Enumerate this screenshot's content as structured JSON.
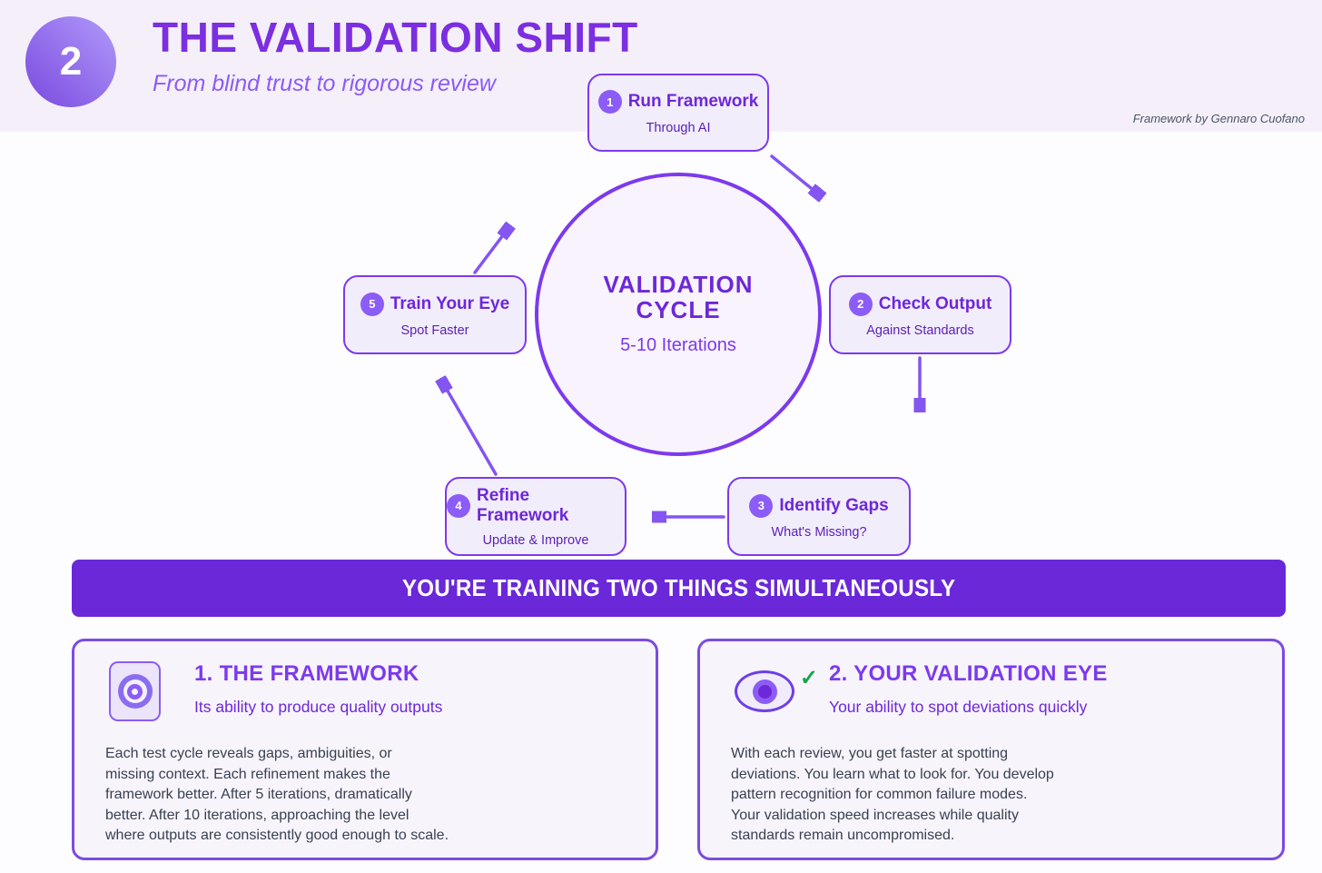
{
  "header": {
    "step_number": "2",
    "title": "THE VALIDATION SHIFT",
    "subtitle": "From blind trust to rigorous review",
    "credit": "Framework by Gennaro Cuofano"
  },
  "cycle": {
    "center": {
      "title_line1": "VALIDATION",
      "title_line2": "CYCLE",
      "subtitle": "5-10 Iterations"
    },
    "steps": [
      {
        "number": "1",
        "title": "Run Framework",
        "subtitle": "Through AI"
      },
      {
        "number": "2",
        "title": "Check Output",
        "subtitle": "Against Standards"
      },
      {
        "number": "3",
        "title": "Identify Gaps",
        "subtitle": "What's Missing?"
      },
      {
        "number": "4",
        "title": "Refine Framework",
        "subtitle": "Update & Improve"
      },
      {
        "number": "5",
        "title": "Train Your Eye",
        "subtitle": "Spot Faster"
      }
    ]
  },
  "banner": {
    "text": "YOU'RE TRAINING TWO THINGS SIMULTANEOUSLY"
  },
  "cards": [
    {
      "icon": "target-icon",
      "title": "1. THE FRAMEWORK",
      "subtitle": "Its ability to produce quality outputs",
      "body_lines": [
        "Each test cycle reveals gaps, ambiguities, or",
        "missing context. Each refinement makes the",
        "framework better. After 5 iterations, dramatically",
        "better. After 10 iterations, approaching the level",
        "where outputs are consistently good enough to scale."
      ]
    },
    {
      "icon": "eye-icon",
      "title": "2. YOUR VALIDATION EYE",
      "subtitle": "Your ability to spot deviations quickly",
      "body_lines": [
        "With each review, you get faster at spotting",
        "deviations. You learn what to look for. You develop",
        "pattern recognition for common failure modes.",
        "Your validation speed increases while quality",
        "standards remain uncompromised."
      ]
    }
  ],
  "icons": {
    "check": "✓"
  },
  "colors": {
    "primary_purple": "#7c3aed",
    "dark_purple": "#6d28d9",
    "banner_purple": "#6a28d9",
    "light_lavender": "#f2edfb",
    "header_band": "#f5effa",
    "body_text": "#374151",
    "check_green": "#16a34a",
    "arrow": "#8455f0"
  }
}
